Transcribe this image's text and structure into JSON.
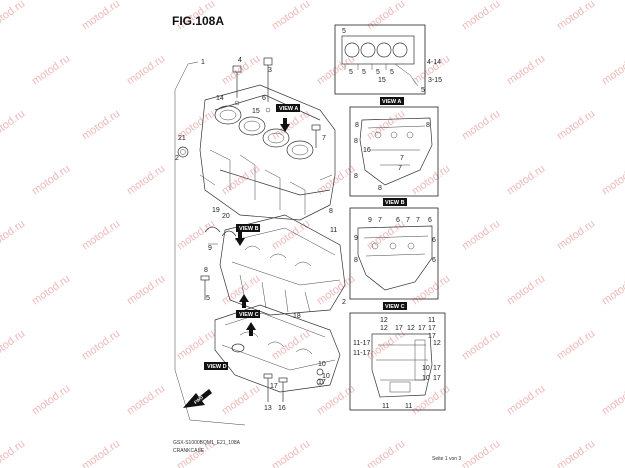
{
  "figure_title": "FIG.108A",
  "footer": {
    "code": "GSX-S1000BQM1_E21_108A",
    "name": "CRANKCASE",
    "page": "Seite 1 von 3"
  },
  "watermark": "motod.ru",
  "views": {
    "a": "VIEW A",
    "b": "VIEW B",
    "c": "VIEW C",
    "d": "VIEW D"
  },
  "fwd_label": "FWD",
  "callouts": {
    "main": [
      "1",
      "14",
      "6",
      "15",
      "21",
      "2",
      "19",
      "20",
      "8",
      "11",
      "2",
      "9",
      "8",
      "18",
      "5",
      "10",
      "17",
      "13",
      "16",
      "7",
      "17",
      "10",
      "3",
      "4"
    ],
    "view_a": [
      "4-14",
      "3-15",
      "5",
      "15"
    ],
    "view_b": [
      "8",
      "16",
      "8",
      "7",
      "7",
      "8",
      "8",
      "8"
    ],
    "view_c": [
      "9",
      "7",
      "6",
      "7",
      "7",
      "6",
      "9",
      "8",
      "6",
      "6"
    ],
    "view_d": [
      "12",
      "17",
      "11",
      "12",
      "12",
      "17",
      "17",
      "11-17",
      "11-17",
      "12",
      "10",
      "17",
      "10",
      "17",
      "11"
    ]
  }
}
